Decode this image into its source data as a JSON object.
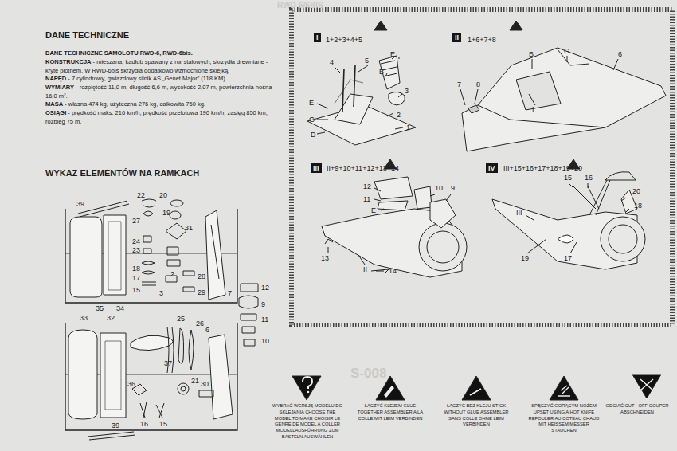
{
  "diagram": {
    "title": "DANE TECHNICZNE",
    "labels": [
      "DANE TECHNICZNE SAMOLOTU RWD-6, RWD-6bis.",
      "KONSTRUKCJA",
      "- mieszana, kadłub spawany z rur stalowych, skrzydła drewniane - kryte płótnem. W RWD-6bis skrzydła dodatkowo wzmocnione sklejką.",
      "NAPĘD",
      "- 7 cylindrowy, gwiazdowy silnik AS „Genet Major” (118 KM).",
      "WYMIARY",
      "- rozpiętość 11,0 m, długość 6,6 m, wysokość 2,07 m, powierzchnia nośna 16,0 m².",
      "MASA",
      "- własna 474 kg, użyteczna 276 kg, całkowita 750 kg.",
      "OSIĄGI",
      "- prędkość maks. 216 km/h, prędkość przelotowa 190 km/h, zasięg 850 km, rozbieg 75 m.",
      "WYKAZ ELEMENTÓW NA RAMKACH",
      "39",
      "22",
      "20",
      "19",
      "27",
      "31",
      "24",
      "23",
      "18",
      "17",
      "15",
      "3",
      "2",
      "28",
      "29",
      "7",
      "35",
      "34",
      "12",
      "9",
      "11",
      "10",
      "33",
      "32",
      "25",
      "26",
      "6",
      "37",
      "36",
      "21",
      "16",
      "15",
      "39",
      "30",
      "I",
      "1+2+3+4+5",
      "4",
      "5",
      "E",
      "B",
      "3",
      "2",
      "E",
      "G",
      "D",
      "1",
      "II",
      "1+6+7+8",
      "7",
      "8",
      "B",
      "G",
      "6",
      "I",
      "III",
      "II+9+10+11+12+13+14",
      "12",
      "11",
      "E",
      "10",
      "9",
      "13",
      "II",
      "14",
      "IV",
      "III+15+16+17+18+19+20",
      "III",
      "15",
      "16",
      "20",
      "18",
      "19",
      "17",
      "RWD-6/6BIS",
      "S-008"
    ],
    "legend": [
      {
        "text": "WYBRAĆ WERSJĘ MODELU DO SKLEJANIA CHOOSE THE MODEL TO MAKE CHOISIR LE GENRE DE MODEL A COLLER MODELLAUSFÜHRUNG ZUM BASTELN AUSWÄHLEN"
      },
      {
        "text": "ŁĄCZYĆ KLEJEM GLUE TOGETHER ASSEMBLER A LA COLLE MIT LEIM VERBINDEN"
      },
      {
        "text": "ŁĄCZYĆ BEZ KLEJU STICK WITHOUT GLUE ASSEMBLER SANS COLLE OHNE LEIM VERBINDEN"
      },
      {
        "text": "SPĘCZYĆ GORĄCYM NOŻEM UPSET USING A HOT KNIFE REFOULER AU COTEAU CHAUD MIT HEISSEM MESSER STAUCHEN"
      },
      {
        "text": "ODCIĄĆ CUT - OFF COUPER ABSCHNEIDEN"
      }
    ]
  }
}
